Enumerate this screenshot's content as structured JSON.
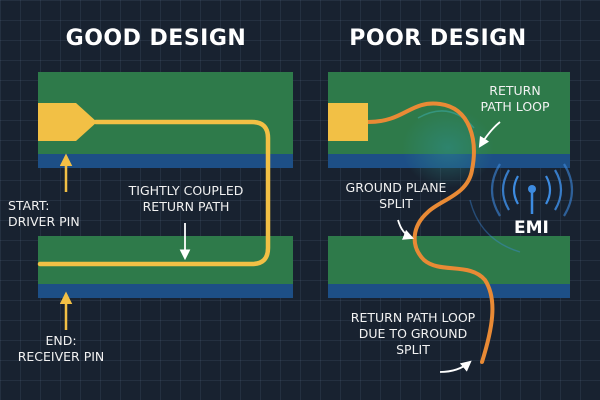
{
  "titles": {
    "good": "GOOD DESIGN",
    "poor": "POOR DESIGN"
  },
  "good_panel": {
    "start_label": "START:\nDRIVER PIN",
    "end_label": "END:\nRECEIVER PIN",
    "coupled_label": "TIGHTLY COUPLED\nRETURN PATH"
  },
  "poor_panel": {
    "loop_label": "RETURN\nPATH LOOP",
    "split_label": "GROUND PLANE\nSPLIT",
    "emi_label": "EMI",
    "loop_split_label": "RETURN PATH LOOP\nDUE TO GROUND\nSPLIT"
  },
  "colors": {
    "background": "#182230",
    "pcb_green": "#2e7a4a",
    "plane_blue": "#1d4f86",
    "pad": "#f2c045",
    "good_trace": "#f2c045",
    "poor_trace": "#e98a35",
    "emi_blue": "#3d8be0",
    "label": "#f2f2f2"
  },
  "icons": {
    "pad": "driver-pad-icon",
    "emi": "antenna-emi-icon"
  }
}
